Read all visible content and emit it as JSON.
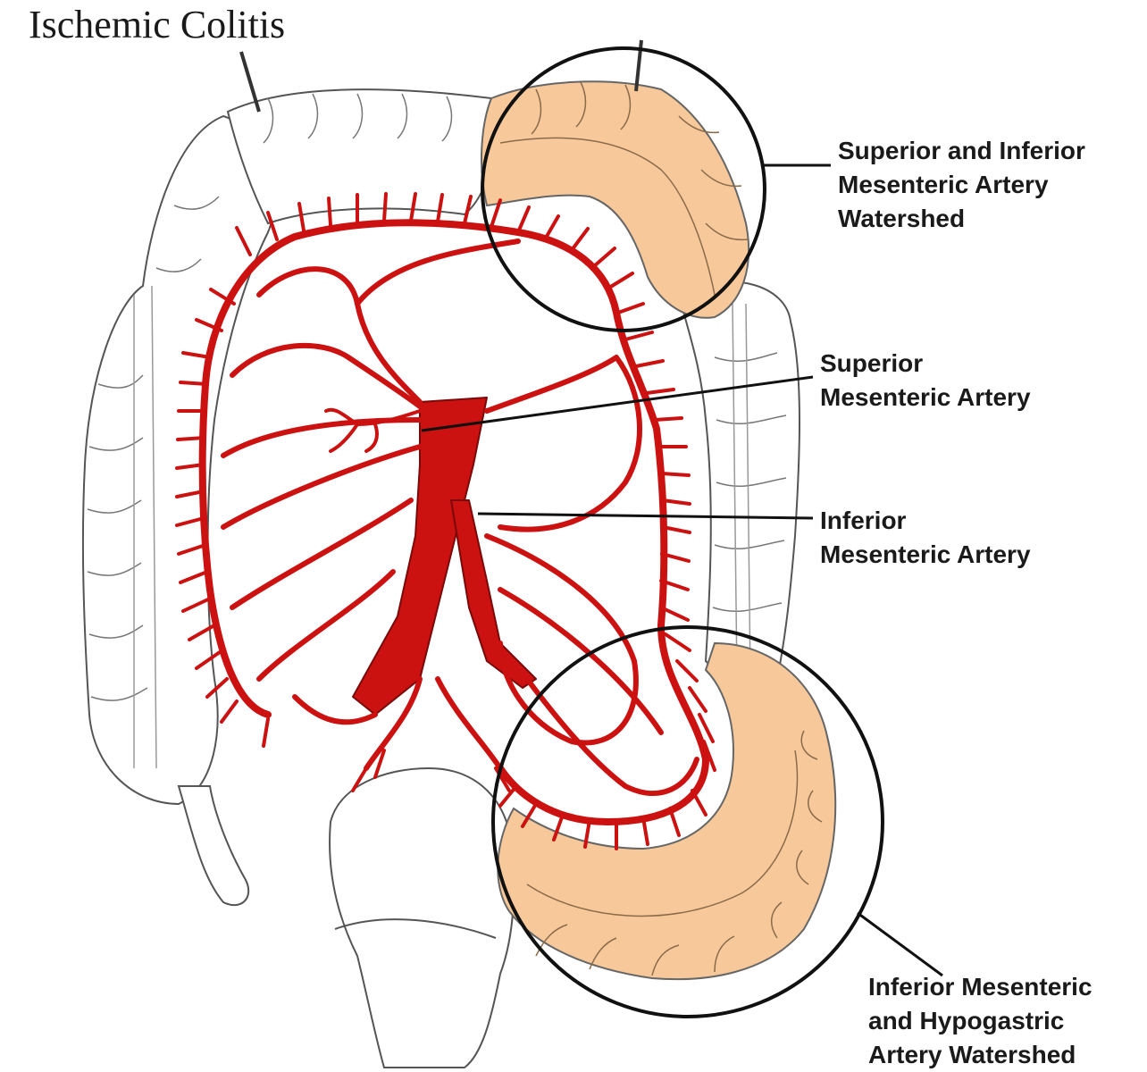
{
  "title": "Ischemic Colitis",
  "labels": {
    "sup_inf_watershed": [
      "Superior and Inferior",
      "Mesenteric Artery",
      "Watershed"
    ],
    "sma": [
      "Superior",
      "Mesenteric Artery"
    ],
    "ima": [
      "Inferior",
      "Mesenteric Artery"
    ],
    "ima_hypogastric_watershed": [
      "Inferior Mesenteric",
      "and Hypogastric",
      "Artery Watershed"
    ]
  },
  "colors": {
    "artery": "#cc1111",
    "watershed_tissue": "#f7c99a",
    "outline": "#555555",
    "ink": "#111111"
  }
}
